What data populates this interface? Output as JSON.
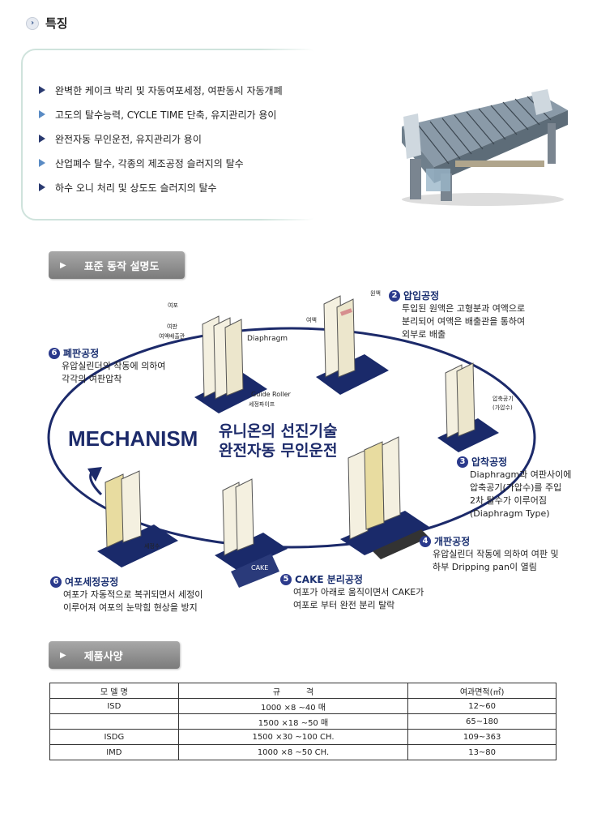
{
  "features_section": {
    "title": "특징",
    "items": [
      "완벽한 케이크 박리 및 자동여포세정, 여판동시 자동개폐",
      "고도의 탈수능력, CYCLE TIME 단축, 유지관리가 용이",
      "완전자동 무인운전, 유지관리가 용이",
      "산업폐수 탈수, 각종의 제조공정 슬러지의 탈수",
      "하수 오니 처리 및 상도도 슬러지의 탈수"
    ]
  },
  "operation_section": {
    "title": "표준 동작 설명도",
    "mechanism": "MECHANISM",
    "headline_1": "유니온의 선진기술",
    "headline_2": "완전자동 무인운전",
    "steps": [
      {
        "num": "6",
        "title": "폐판공정",
        "lines": [
          "유압실린더의 작동에 의하여",
          "각각의 여판압착"
        ]
      },
      {
        "num": "2",
        "title": "압입공정",
        "lines": [
          "투입된 원액은 고형분과 여액으로",
          "분리되어 여액은 배출관을 통하여",
          "외부로 배출"
        ]
      },
      {
        "num": "3",
        "title": "압착공정",
        "lines": [
          "Diaphragm과 여판사이에",
          "압축공기(가압수)를 주입",
          "2차 탈수가 이루어짐",
          "(Diaphragm Type)"
        ]
      },
      {
        "num": "4",
        "title": "개판공정",
        "lines": [
          "유압실린더 작동에 의하여 여판 및",
          "하부 Dripping pan이 열림"
        ]
      },
      {
        "num": "5",
        "title": "CAKE 분리공정",
        "lines": [
          "여포가 아래로 움직이면서 CAKE가",
          "여포로 부터 완전 분리 탈락"
        ]
      },
      {
        "num": "6",
        "title": "여포세정공정",
        "lines": [
          "여포가 자동적으로 복귀되면서 세정이",
          "이루어져 여포의 눈막힘 현상을 방지"
        ]
      }
    ],
    "callouts": {
      "filter_cloth": "여포",
      "filter_plate": "여판",
      "outlet": "여액배출관",
      "diaphragm": "Diaphragm",
      "guide_roller": "Guide Roller",
      "wash_pipe": "세정파이프",
      "raw": "원액",
      "filtrate": "여액",
      "air": "압축공기",
      "air_sub": "(가압수)",
      "wash_water": "세정수",
      "cake": "CAKE"
    }
  },
  "spec_section": {
    "title": "제품사양",
    "headers": [
      "모 델 명",
      "규          격",
      "여과면적(㎡)"
    ],
    "rows": [
      [
        "ISD",
        "1000 ×8 ~40 매",
        "12~60"
      ],
      [
        "",
        "1500 ×18 ~50 매",
        "65~180"
      ],
      [
        "ISDG",
        "1500 ×30 ~100 CH.",
        "109~363"
      ],
      [
        "IMD",
        "1000 ×8 ~50 CH.",
        "13~80"
      ]
    ]
  }
}
